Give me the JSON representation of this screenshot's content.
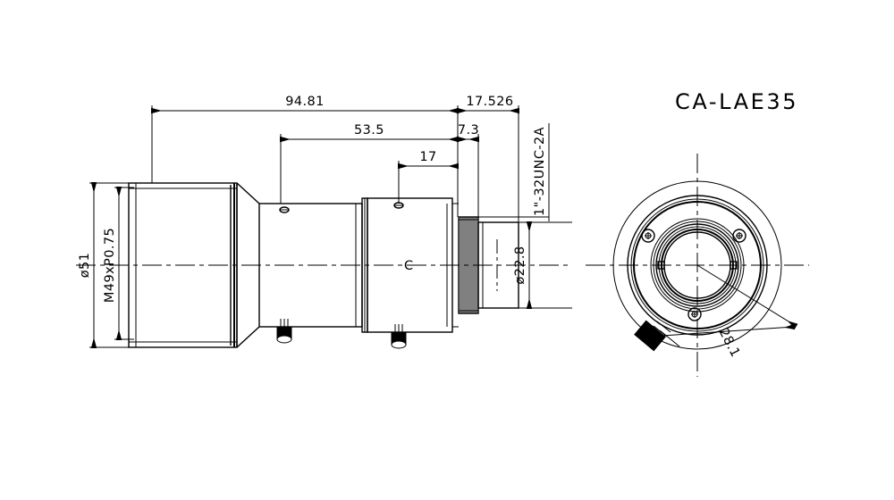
{
  "drawing": {
    "title": "CA-LAE35",
    "type": "technical-drawing",
    "subject": "lens-dimensional-drawing",
    "units": "mm"
  },
  "dimensions": {
    "overall_length": "94.81",
    "mount_length": "17.526",
    "mid_length": "53.5",
    "thread_length": "7.3",
    "short_length": "17",
    "outer_diameter": "ø51",
    "filter_thread": "M49xP0.75",
    "mount_thread": "1\"-32UNC-2A",
    "mount_diameter": "ø22.8",
    "angle": "28.1"
  },
  "views": {
    "side": {
      "label": "side-view"
    },
    "front": {
      "label": "front-view"
    }
  },
  "colors": {
    "line": "#000000",
    "background": "#ffffff"
  }
}
